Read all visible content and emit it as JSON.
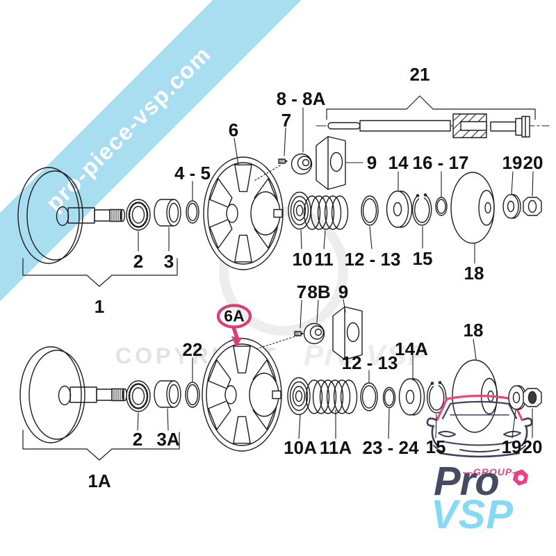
{
  "banner": {
    "text": "pro-piece-vsp.com",
    "background_color": "#a9ddf0",
    "text_color": "#ffffff"
  },
  "watermark": {
    "copyright_text": "COPYRIGHT",
    "brand_text": "Pro VSP",
    "color": "#e3e3e3"
  },
  "highlight": {
    "label": "6A",
    "color": "#dd3d76"
  },
  "top_labels": {
    "p1": "1",
    "p2": "2",
    "p3": "3",
    "p4_5": "4 - 5",
    "p6": "6",
    "p7": "7",
    "p8_8a": "8 - 8A",
    "p9": "9",
    "p10": "10",
    "p11": "11",
    "p12_13": "12 - 13",
    "p14": "14",
    "p15": "15",
    "p16_17": "16 - 17",
    "p18": "18",
    "p19": "19",
    "p20": "20",
    "p21": "21"
  },
  "bottom_labels": {
    "p1a": "1A",
    "p2": "2",
    "p3a": "3A",
    "p6a": "6A",
    "p7": "7",
    "p8b": "8B",
    "p9": "9",
    "p10a": "10A",
    "p11a": "11A",
    "p12_13": "12 - 13",
    "p14a": "14A",
    "p15": "15",
    "p18": "18",
    "p19": "19",
    "p20": "20",
    "p22": "22",
    "p23_24": "23 - 24"
  },
  "logo": {
    "group_label": "—GROUP—",
    "brand_top": "Pro",
    "brand_bottom": "VSP",
    "pro_color": "#454b63",
    "vsp_color": "#85d9f4",
    "accent_color": "#ee4080"
  }
}
